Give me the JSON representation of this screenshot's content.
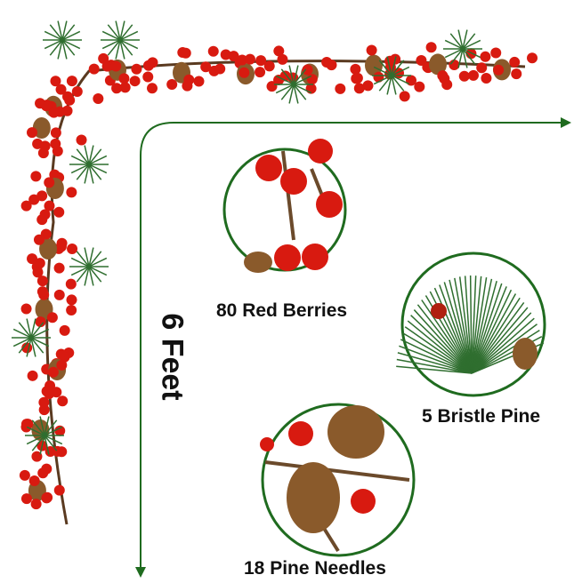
{
  "length_label": "6 Feet",
  "features": [
    {
      "label": "80 Red Berries"
    },
    {
      "label": "5 Bristle Pine"
    },
    {
      "label": "18 Pine Needles"
    }
  ],
  "colors": {
    "arrow": "#1f6b1f",
    "berry": "#d81a10",
    "cone": "#8a5a2b",
    "pine": "#2f6e2f"
  }
}
